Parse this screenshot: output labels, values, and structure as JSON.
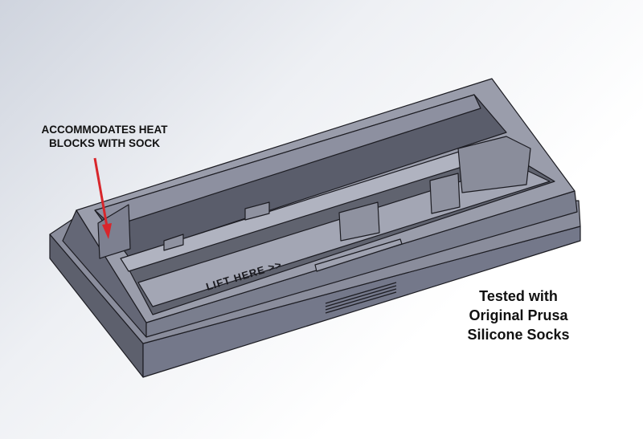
{
  "callout": {
    "line1": "ACCOMMODATES HEAT",
    "line2": "BLOCKS WITH SOCK"
  },
  "note": {
    "line1": "Tested with",
    "line2": "Original Prusa",
    "line3": "Silicone Socks"
  },
  "engraving": "LIFT HERE >>",
  "colors": {
    "body": "#6b6e7c",
    "arrow": "#d8262b",
    "edge": "#1c1c22"
  }
}
